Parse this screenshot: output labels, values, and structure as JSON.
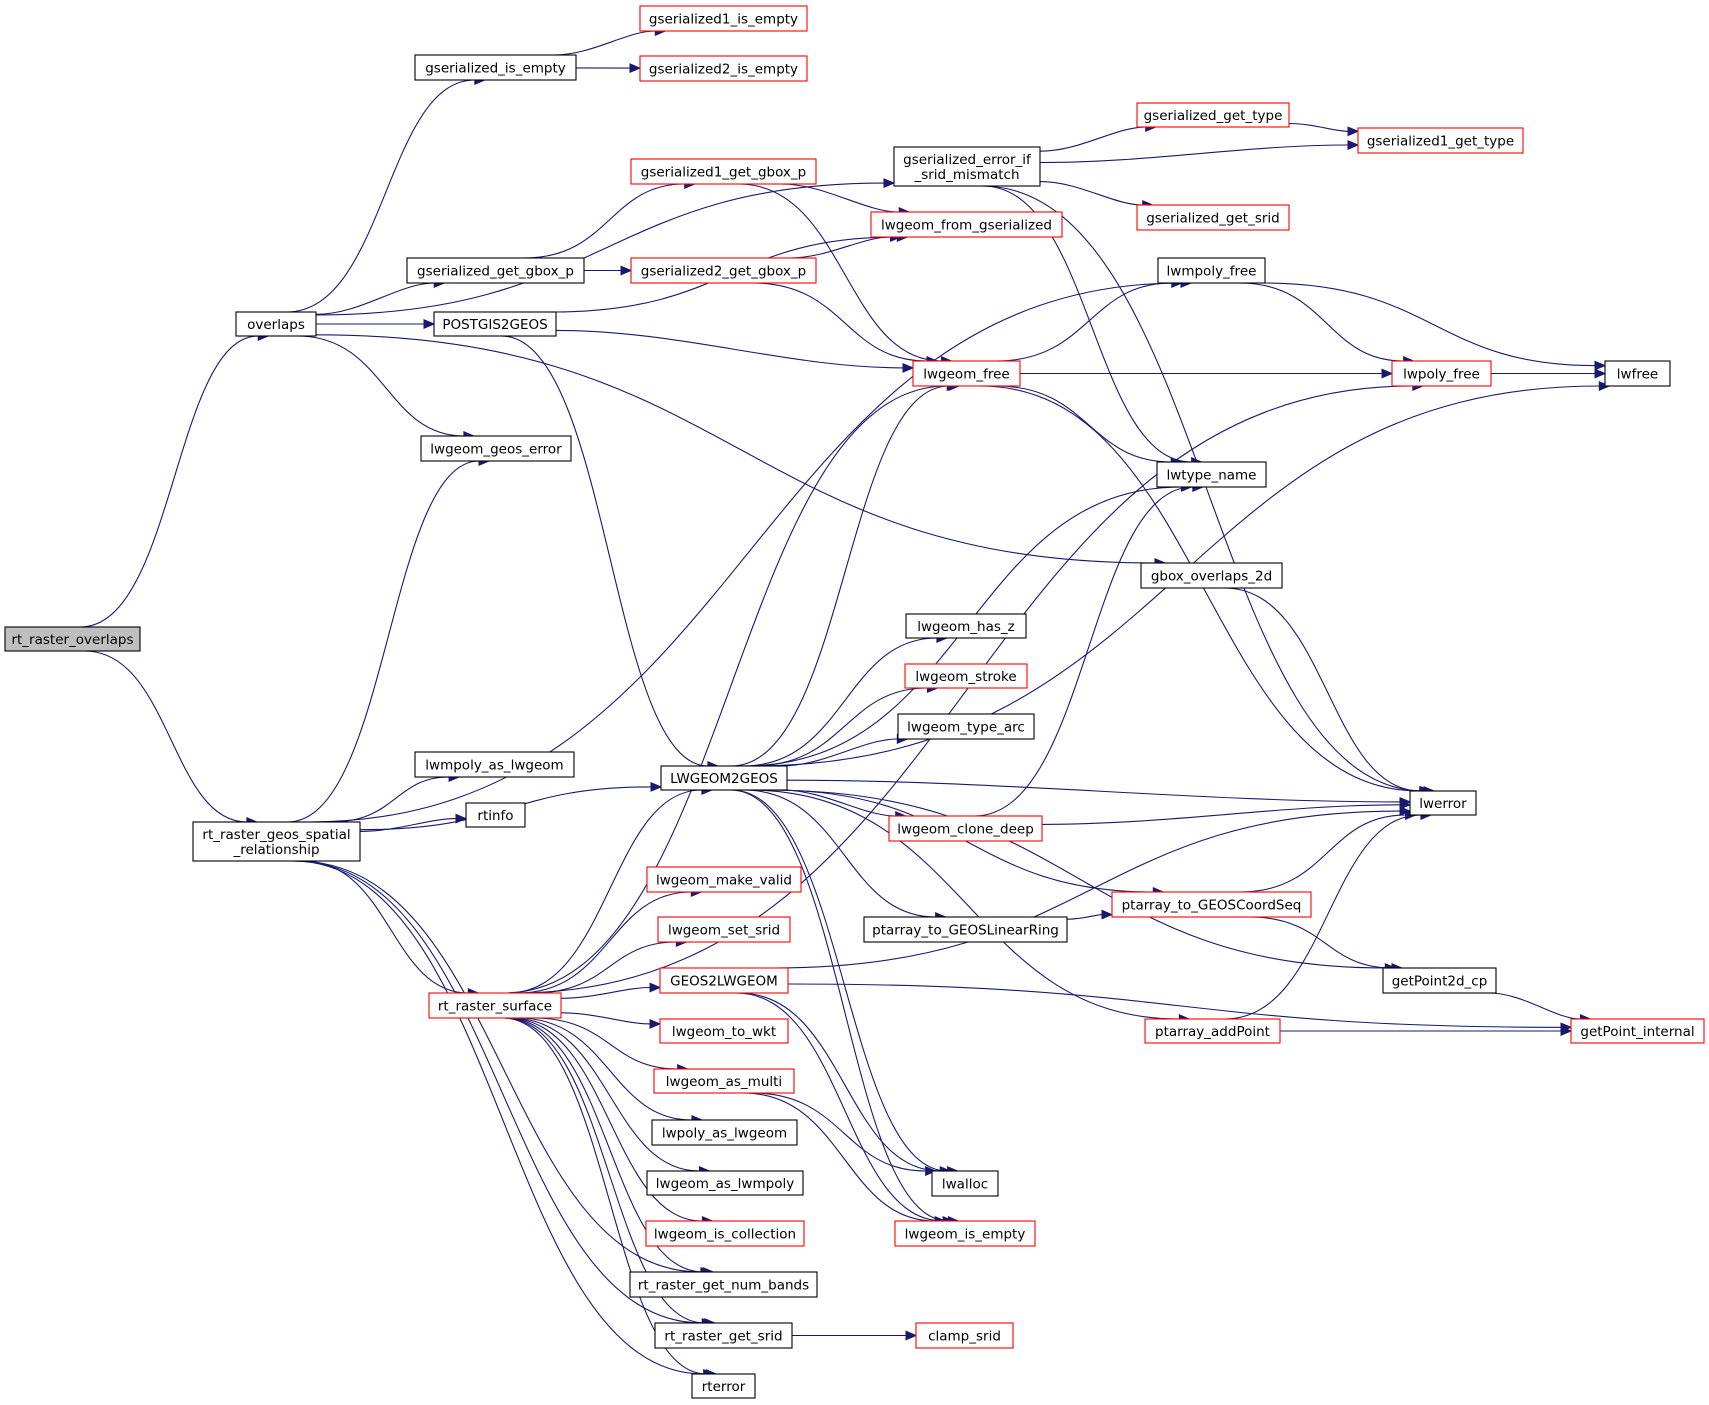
{
  "colors": {
    "edge": "#191970",
    "node_border_normal": "#000000",
    "node_border_link": "#ff0000",
    "root_fill": "#bfbfbf",
    "node_fill": "#ffffff"
  },
  "nodes": [
    {
      "id": "rt_raster_overlaps",
      "lines": [
        "rt_raster_overlaps"
      ],
      "style": "root"
    },
    {
      "id": "overlaps",
      "lines": [
        "overlaps"
      ],
      "style": "normal"
    },
    {
      "id": "rt_raster_geos_spatial_relationship",
      "lines": [
        "rt_raster_geos_spatial",
        "_relationship"
      ],
      "style": "normal"
    },
    {
      "id": "gserialized_is_empty",
      "lines": [
        "gserialized_is_empty"
      ],
      "style": "normal"
    },
    {
      "id": "gserialized1_is_empty",
      "lines": [
        "gserialized1_is_empty"
      ],
      "style": "red"
    },
    {
      "id": "gserialized2_is_empty",
      "lines": [
        "gserialized2_is_empty"
      ],
      "style": "red"
    },
    {
      "id": "gserialized_error_if_srid_mismatch",
      "lines": [
        "gserialized_error_if",
        "_srid_mismatch"
      ],
      "style": "normal"
    },
    {
      "id": "gserialized_get_type",
      "lines": [
        "gserialized_get_type"
      ],
      "style": "red"
    },
    {
      "id": "gserialized1_get_type",
      "lines": [
        "gserialized1_get_type"
      ],
      "style": "red"
    },
    {
      "id": "gserialized_get_srid",
      "lines": [
        "gserialized_get_srid"
      ],
      "style": "red"
    },
    {
      "id": "gserialized1_get_gbox_p",
      "lines": [
        "gserialized1_get_gbox_p"
      ],
      "style": "red"
    },
    {
      "id": "lwgeom_from_gserialized",
      "lines": [
        "lwgeom_from_gserialized"
      ],
      "style": "red"
    },
    {
      "id": "gserialized_get_gbox_p",
      "lines": [
        "gserialized_get_gbox_p"
      ],
      "style": "normal"
    },
    {
      "id": "gserialized2_get_gbox_p",
      "lines": [
        "gserialized2_get_gbox_p"
      ],
      "style": "red"
    },
    {
      "id": "lwmpoly_free",
      "lines": [
        "lwmpoly_free"
      ],
      "style": "normal"
    },
    {
      "id": "POSTGIS2GEOS",
      "lines": [
        "POSTGIS2GEOS"
      ],
      "style": "normal"
    },
    {
      "id": "lwgeom_free",
      "lines": [
        "lwgeom_free"
      ],
      "style": "red"
    },
    {
      "id": "lwpoly_free",
      "lines": [
        "lwpoly_free"
      ],
      "style": "red"
    },
    {
      "id": "lwfree",
      "lines": [
        "lwfree"
      ],
      "style": "normal"
    },
    {
      "id": "lwgeom_geos_error",
      "lines": [
        "lwgeom_geos_error"
      ],
      "style": "normal"
    },
    {
      "id": "lwtype_name",
      "lines": [
        "lwtype_name"
      ],
      "style": "normal"
    },
    {
      "id": "gbox_overlaps_2d",
      "lines": [
        "gbox_overlaps_2d"
      ],
      "style": "normal"
    },
    {
      "id": "lwgeom_has_z",
      "lines": [
        "lwgeom_has_z"
      ],
      "style": "normal"
    },
    {
      "id": "lwgeom_stroke",
      "lines": [
        "lwgeom_stroke"
      ],
      "style": "red"
    },
    {
      "id": "lwgeom_type_arc",
      "lines": [
        "lwgeom_type_arc"
      ],
      "style": "normal"
    },
    {
      "id": "lwmpoly_as_lwgeom",
      "lines": [
        "lwmpoly_as_lwgeom"
      ],
      "style": "normal"
    },
    {
      "id": "LWGEOM2GEOS",
      "lines": [
        "LWGEOM2GEOS"
      ],
      "style": "normal"
    },
    {
      "id": "lwerror",
      "lines": [
        "lwerror"
      ],
      "style": "normal"
    },
    {
      "id": "rtinfo",
      "lines": [
        "rtinfo"
      ],
      "style": "normal"
    },
    {
      "id": "lwgeom_clone_deep",
      "lines": [
        "lwgeom_clone_deep"
      ],
      "style": "red"
    },
    {
      "id": "lwgeom_make_valid",
      "lines": [
        "lwgeom_make_valid"
      ],
      "style": "red"
    },
    {
      "id": "ptarray_to_GEOSCoordSeq",
      "lines": [
        "ptarray_to_GEOSCoordSeq"
      ],
      "style": "red"
    },
    {
      "id": "ptarray_to_GEOSLinearRing",
      "lines": [
        "ptarray_to_GEOSLinearRing"
      ],
      "style": "normal"
    },
    {
      "id": "lwgeom_set_srid",
      "lines": [
        "lwgeom_set_srid"
      ],
      "style": "red"
    },
    {
      "id": "rt_raster_surface",
      "lines": [
        "rt_raster_surface"
      ],
      "style": "red"
    },
    {
      "id": "GEOS2LWGEOM",
      "lines": [
        "GEOS2LWGEOM"
      ],
      "style": "red"
    },
    {
      "id": "getPoint2d_cp",
      "lines": [
        "getPoint2d_cp"
      ],
      "style": "normal"
    },
    {
      "id": "lwgeom_to_wkt",
      "lines": [
        "lwgeom_to_wkt"
      ],
      "style": "red"
    },
    {
      "id": "ptarray_addPoint",
      "lines": [
        "ptarray_addPoint"
      ],
      "style": "red"
    },
    {
      "id": "getPoint_internal",
      "lines": [
        "getPoint_internal"
      ],
      "style": "red"
    },
    {
      "id": "lwgeom_as_multi",
      "lines": [
        "lwgeom_as_multi"
      ],
      "style": "red"
    },
    {
      "id": "lwpoly_as_lwgeom",
      "lines": [
        "lwpoly_as_lwgeom"
      ],
      "style": "normal"
    },
    {
      "id": "lwgeom_as_lwmpoly",
      "lines": [
        "lwgeom_as_lwmpoly"
      ],
      "style": "normal"
    },
    {
      "id": "lwalloc",
      "lines": [
        "lwalloc"
      ],
      "style": "normal"
    },
    {
      "id": "lwgeom_is_collection",
      "lines": [
        "lwgeom_is_collection"
      ],
      "style": "red"
    },
    {
      "id": "lwgeom_is_empty",
      "lines": [
        "lwgeom_is_empty"
      ],
      "style": "red"
    },
    {
      "id": "rt_raster_get_num_bands",
      "lines": [
        "rt_raster_get_num_bands"
      ],
      "style": "normal"
    },
    {
      "id": "rt_raster_get_srid",
      "lines": [
        "rt_raster_get_srid"
      ],
      "style": "normal"
    },
    {
      "id": "clamp_srid",
      "lines": [
        "clamp_srid"
      ],
      "style": "red"
    },
    {
      "id": "rterror",
      "lines": [
        "rterror"
      ],
      "style": "normal"
    }
  ],
  "edges": [
    [
      "rt_raster_overlaps",
      "overlaps"
    ],
    [
      "rt_raster_overlaps",
      "rt_raster_geos_spatial_relationship"
    ],
    [
      "overlaps",
      "gserialized_is_empty"
    ],
    [
      "overlaps",
      "gserialized_error_if_srid_mismatch"
    ],
    [
      "overlaps",
      "gserialized_get_gbox_p"
    ],
    [
      "overlaps",
      "POSTGIS2GEOS"
    ],
    [
      "overlaps",
      "lwgeom_geos_error"
    ],
    [
      "overlaps",
      "gbox_overlaps_2d"
    ],
    [
      "gserialized_is_empty",
      "gserialized1_is_empty"
    ],
    [
      "gserialized_is_empty",
      "gserialized2_is_empty"
    ],
    [
      "gserialized_error_if_srid_mismatch",
      "gserialized_get_type"
    ],
    [
      "gserialized_error_if_srid_mismatch",
      "gserialized1_get_type"
    ],
    [
      "gserialized_error_if_srid_mismatch",
      "gserialized_get_srid"
    ],
    [
      "gserialized_error_if_srid_mismatch",
      "lwtype_name"
    ],
    [
      "gserialized_error_if_srid_mismatch",
      "lwerror"
    ],
    [
      "gserialized_get_type",
      "gserialized1_get_type"
    ],
    [
      "gserialized_get_gbox_p",
      "gserialized1_get_gbox_p"
    ],
    [
      "gserialized_get_gbox_p",
      "gserialized2_get_gbox_p"
    ],
    [
      "gserialized1_get_gbox_p",
      "lwgeom_from_gserialized"
    ],
    [
      "gserialized1_get_gbox_p",
      "lwgeom_free"
    ],
    [
      "gserialized2_get_gbox_p",
      "lwgeom_from_gserialized"
    ],
    [
      "gserialized2_get_gbox_p",
      "lwgeom_free"
    ],
    [
      "POSTGIS2GEOS",
      "lwgeom_from_gserialized"
    ],
    [
      "POSTGIS2GEOS",
      "lwgeom_free"
    ],
    [
      "POSTGIS2GEOS",
      "LWGEOM2GEOS"
    ],
    [
      "lwgeom_free",
      "lwmpoly_free"
    ],
    [
      "lwgeom_free",
      "lwpoly_free"
    ],
    [
      "lwgeom_free",
      "lwtype_name"
    ],
    [
      "lwgeom_free",
      "lwerror"
    ],
    [
      "lwmpoly_free",
      "lwpoly_free"
    ],
    [
      "lwmpoly_free",
      "lwfree"
    ],
    [
      "lwpoly_free",
      "lwfree"
    ],
    [
      "gbox_overlaps_2d",
      "lwerror"
    ],
    [
      "rt_raster_geos_spatial_relationship",
      "lwgeom_geos_error"
    ],
    [
      "rt_raster_geos_spatial_relationship",
      "lwmpoly_free"
    ],
    [
      "rt_raster_geos_spatial_relationship",
      "lwmpoly_as_lwgeom"
    ],
    [
      "rt_raster_geos_spatial_relationship",
      "rtinfo"
    ],
    [
      "rt_raster_geos_spatial_relationship",
      "LWGEOM2GEOS"
    ],
    [
      "rt_raster_geos_spatial_relationship",
      "rt_raster_surface"
    ],
    [
      "rt_raster_geos_spatial_relationship",
      "rt_raster_get_num_bands"
    ],
    [
      "rt_raster_geos_spatial_relationship",
      "rt_raster_get_srid"
    ],
    [
      "rt_raster_geos_spatial_relationship",
      "rterror"
    ],
    [
      "LWGEOM2GEOS",
      "lwgeom_free"
    ],
    [
      "LWGEOM2GEOS",
      "lwtype_name"
    ],
    [
      "LWGEOM2GEOS",
      "lwfree"
    ],
    [
      "LWGEOM2GEOS",
      "lwgeom_has_z"
    ],
    [
      "LWGEOM2GEOS",
      "lwgeom_stroke"
    ],
    [
      "LWGEOM2GEOS",
      "lwgeom_type_arc"
    ],
    [
      "LWGEOM2GEOS",
      "lwerror"
    ],
    [
      "LWGEOM2GEOS",
      "lwgeom_clone_deep"
    ],
    [
      "LWGEOM2GEOS",
      "ptarray_to_GEOSCoordSeq"
    ],
    [
      "LWGEOM2GEOS",
      "ptarray_to_GEOSLinearRing"
    ],
    [
      "LWGEOM2GEOS",
      "getPoint2d_cp"
    ],
    [
      "LWGEOM2GEOS",
      "ptarray_addPoint"
    ],
    [
      "LWGEOM2GEOS",
      "lwalloc"
    ],
    [
      "LWGEOM2GEOS",
      "lwgeom_is_empty"
    ],
    [
      "lwgeom_clone_deep",
      "lwtype_name"
    ],
    [
      "lwgeom_clone_deep",
      "lwerror"
    ],
    [
      "ptarray_to_GEOSLinearRing",
      "ptarray_to_GEOSCoordSeq"
    ],
    [
      "ptarray_to_GEOSCoordSeq",
      "lwerror"
    ],
    [
      "ptarray_to_GEOSCoordSeq",
      "getPoint2d_cp"
    ],
    [
      "getPoint2d_cp",
      "getPoint_internal"
    ],
    [
      "ptarray_addPoint",
      "lwerror"
    ],
    [
      "ptarray_addPoint",
      "getPoint_internal"
    ],
    [
      "rt_raster_surface",
      "lwgeom_free"
    ],
    [
      "rt_raster_surface",
      "lwpoly_free"
    ],
    [
      "rt_raster_surface",
      "LWGEOM2GEOS"
    ],
    [
      "rt_raster_surface",
      "lwgeom_make_valid"
    ],
    [
      "rt_raster_surface",
      "lwgeom_set_srid"
    ],
    [
      "rt_raster_surface",
      "GEOS2LWGEOM"
    ],
    [
      "rt_raster_surface",
      "lwgeom_to_wkt"
    ],
    [
      "rt_raster_surface",
      "lwgeom_as_multi"
    ],
    [
      "rt_raster_surface",
      "lwpoly_as_lwgeom"
    ],
    [
      "rt_raster_surface",
      "lwgeom_as_lwmpoly"
    ],
    [
      "rt_raster_surface",
      "lwgeom_is_collection"
    ],
    [
      "rt_raster_surface",
      "rt_raster_get_num_bands"
    ],
    [
      "rt_raster_surface",
      "rt_raster_get_srid"
    ],
    [
      "rt_raster_surface",
      "rterror"
    ],
    [
      "GEOS2LWGEOM",
      "lwerror"
    ],
    [
      "GEOS2LWGEOM",
      "getPoint_internal"
    ],
    [
      "GEOS2LWGEOM",
      "lwalloc"
    ],
    [
      "GEOS2LWGEOM",
      "lwgeom_is_empty"
    ],
    [
      "lwgeom_as_multi",
      "lwalloc"
    ],
    [
      "lwgeom_as_multi",
      "lwgeom_is_empty"
    ],
    [
      "rt_raster_get_srid",
      "clamp_srid"
    ]
  ]
}
